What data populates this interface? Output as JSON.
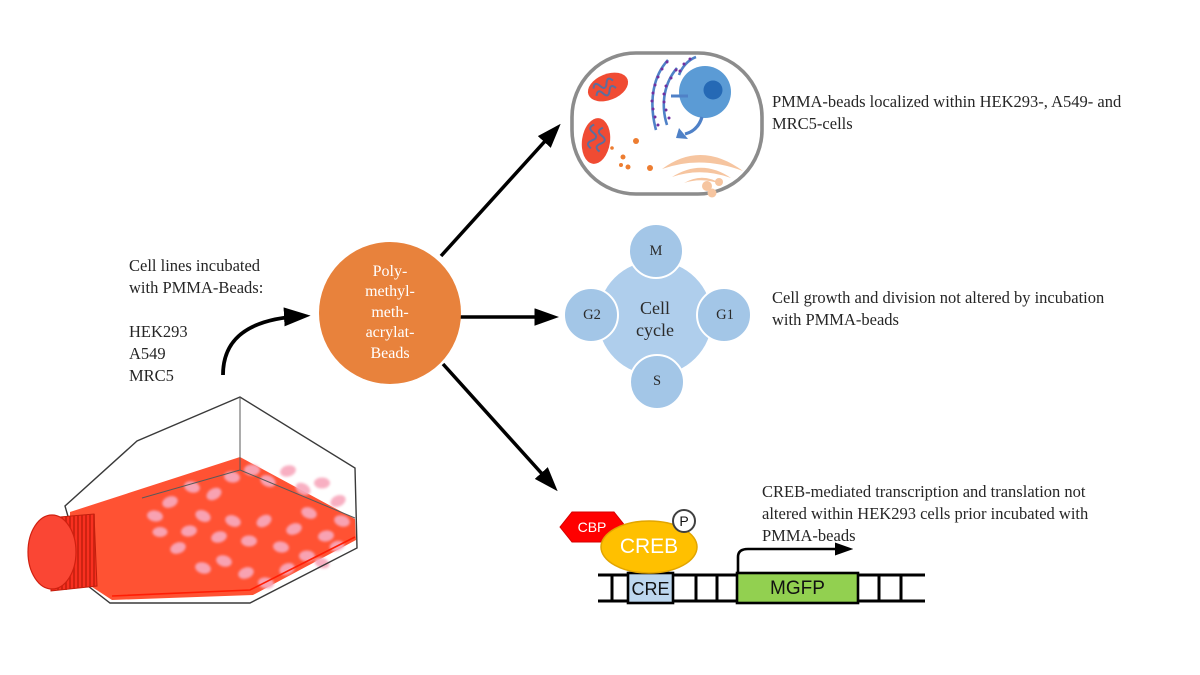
{
  "left": {
    "incubation_note": "Cell lines incubated\nwith PMMA-Beads:\n\nHEK293\nA549\nMRC5"
  },
  "beads_node": {
    "label": "Poly-\nmethyl-\nmeth-\nacrylat-\nBeads",
    "color": "#E8823C"
  },
  "outcomes": {
    "localization": {
      "description": "PMMA-beads localized within HEK293-, A549- and\nMRC5-cells"
    },
    "cell_cycle": {
      "description": "Cell growth and division not altered by incubation\nwith PMMA-beads",
      "center_label": "Cell\ncycle",
      "phases": [
        "M",
        "G1",
        "S",
        "G2"
      ]
    },
    "creb": {
      "description": "CREB-mediated transcription and translation not\naltered within HEK293 cells prior incubated with\nPMMA-beads",
      "cbp_label": "CBP",
      "creb_label": "CREB",
      "phospho_label": "P",
      "cre_label": "CRE",
      "mgfp_label": "MGFP"
    }
  },
  "colors": {
    "beads_orange": "#E8823C",
    "cycle_blue_main": "#AFCEEC",
    "cycle_blue_small": "#A3C6E7",
    "cbp_red": "#FF0000",
    "creb_gold": "#FFC000",
    "cre_box_blue": "#BDD7EE",
    "mgfp_box_green": "#92D050",
    "flask_medium_red": "#FF5233",
    "flask_cell_pink": "#F8A9BD",
    "cap_red": "#F93A28",
    "nucleus_blue": "#5B9BD5",
    "nucleolus_blue": "#2569B5",
    "mitochondria_red": "#F04B33",
    "golgi_peach": "#F6C5A0",
    "er_blue": "#4F81C7",
    "ribosome_purple": "#7030A0",
    "arrow_black": "#000000"
  }
}
